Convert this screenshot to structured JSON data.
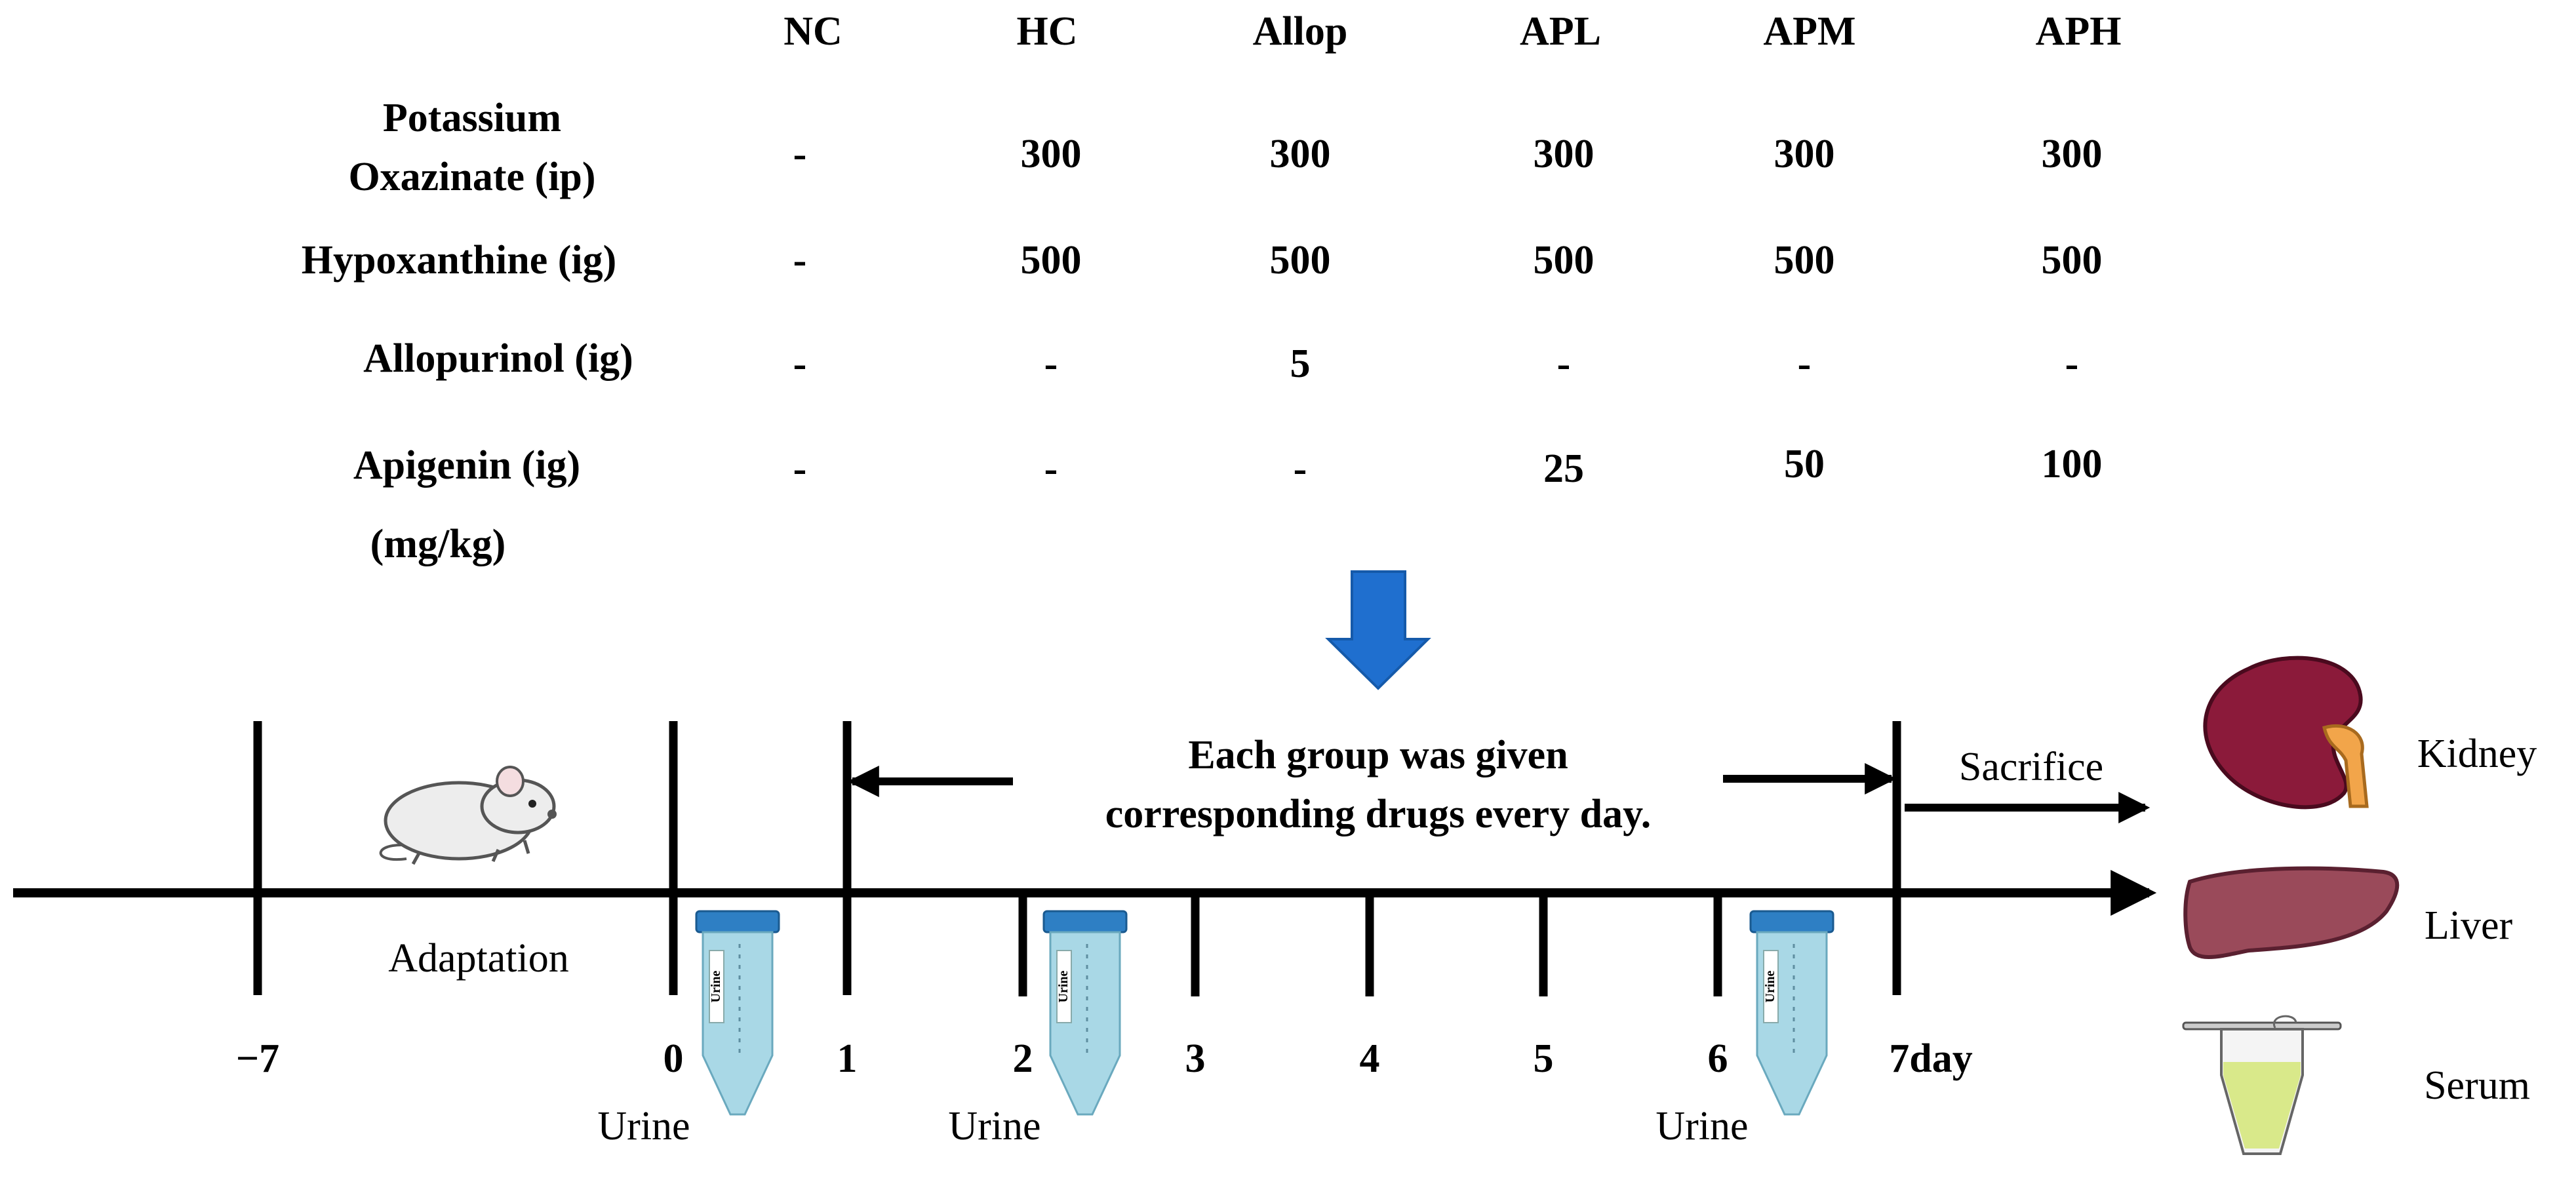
{
  "table": {
    "columns": [
      "NC",
      "HC",
      "Allop",
      "APL",
      "APM",
      "APH"
    ],
    "rows": [
      {
        "label_lines": [
          "Potassium",
          "Oxazinate (ip)"
        ],
        "values": [
          "-",
          "300",
          "300",
          "300",
          "300",
          "300"
        ]
      },
      {
        "label_lines": [
          "Hypoxanthine (ig)"
        ],
        "values": [
          "-",
          "500",
          "500",
          "500",
          "500",
          "500"
        ]
      },
      {
        "label_lines": [
          "Allopurinol (ig)"
        ],
        "values": [
          "-",
          "-",
          "5",
          "-",
          "-",
          "-"
        ]
      },
      {
        "label_lines": [
          "Apigenin (ig)"
        ],
        "values": [
          "-",
          "-",
          "-",
          "25",
          "50",
          "100"
        ]
      }
    ],
    "unit_note": "(mg/kg)"
  },
  "timeline": {
    "ticks": [
      {
        "label": "−7"
      },
      {
        "label": "0"
      },
      {
        "label": "1"
      },
      {
        "label": "2"
      },
      {
        "label": "3"
      },
      {
        "label": "4"
      },
      {
        "label": "5"
      },
      {
        "label": "6"
      },
      {
        "label": "7day"
      }
    ],
    "adaptation_label": "Adaptation",
    "treatment_text": [
      "Each group was given",
      "corresponding drugs every day."
    ],
    "urine_label": "Urine",
    "tube_label": "Urine",
    "sacrifice_label": "Sacrifice"
  },
  "organs": {
    "kidney": "Kidney",
    "liver": "Liver",
    "serum": "Serum"
  },
  "colors": {
    "arrow_blue": "#1F6FCF",
    "kidney": "#8B1A3A",
    "ureter": "#F2A54A",
    "liver": "#9A4A5A",
    "serum": "#D9E98A",
    "tube_cap": "#2E7FC4",
    "tube_body": "#A9D8E6"
  }
}
